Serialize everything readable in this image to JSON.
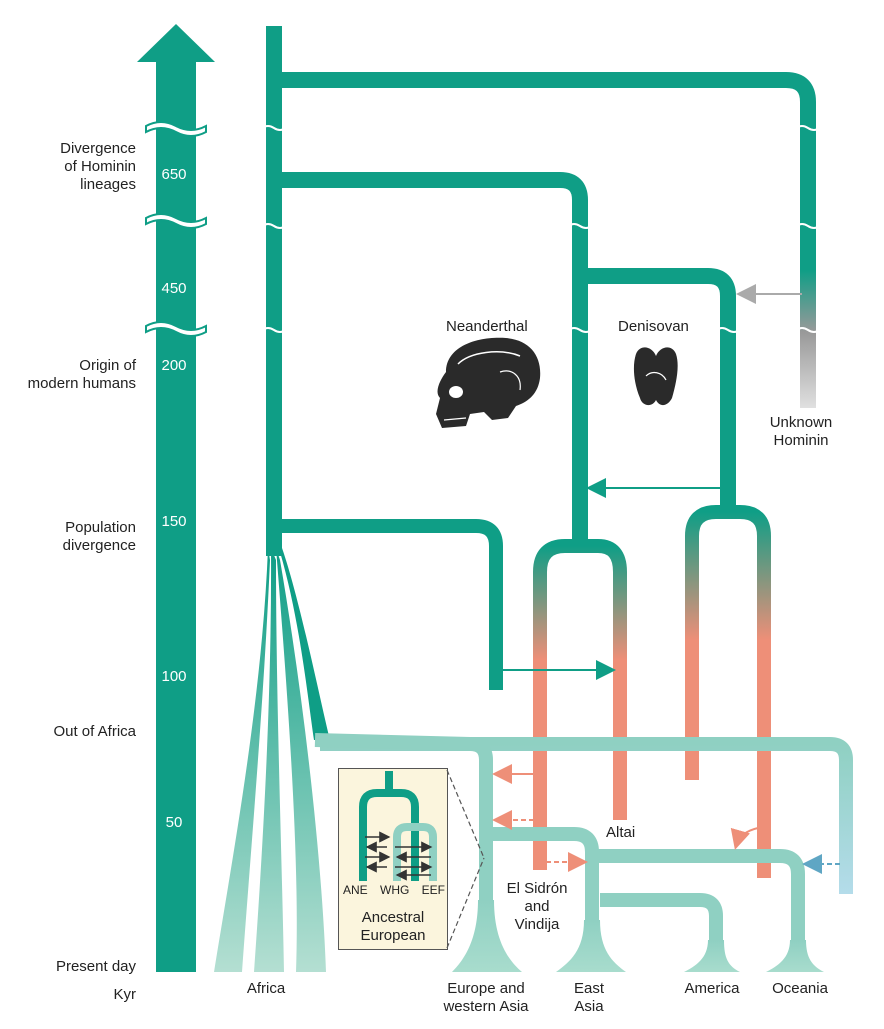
{
  "axis": {
    "divergence_hominin": "Divergence\nof Hominin\nlineages",
    "origin_modern": "Origin of\nmodern humans",
    "population_divergence": "Population\ndivergence",
    "out_of_africa": "Out of Africa",
    "present_day": "Present day",
    "unit": "Kyr",
    "ticks": [
      "650",
      "450",
      "200",
      "150",
      "100",
      "50"
    ]
  },
  "groups": {
    "neanderthal": "Neanderthal",
    "denisovan": "Denisovan",
    "unknown_hominin": "Unknown\nHominin",
    "altai": "Altai",
    "el_sidron": "El Sidrón\nand\nVindija"
  },
  "populations": {
    "africa": "Africa",
    "europe": "Europe and\nwestern Asia",
    "east_asia": "East\nAsia",
    "america": "America",
    "oceania": "Oceania"
  },
  "inset": {
    "labels": [
      "ANE",
      "WHG",
      "EEF"
    ],
    "title": "Ancestral\nEuropean"
  },
  "colors": {
    "teal": "#0f9e86",
    "light_teal": "#8fd0c2",
    "salmon": "#ee8f78",
    "gray": "#c8c8c8",
    "light_blue": "#b4dcea"
  }
}
